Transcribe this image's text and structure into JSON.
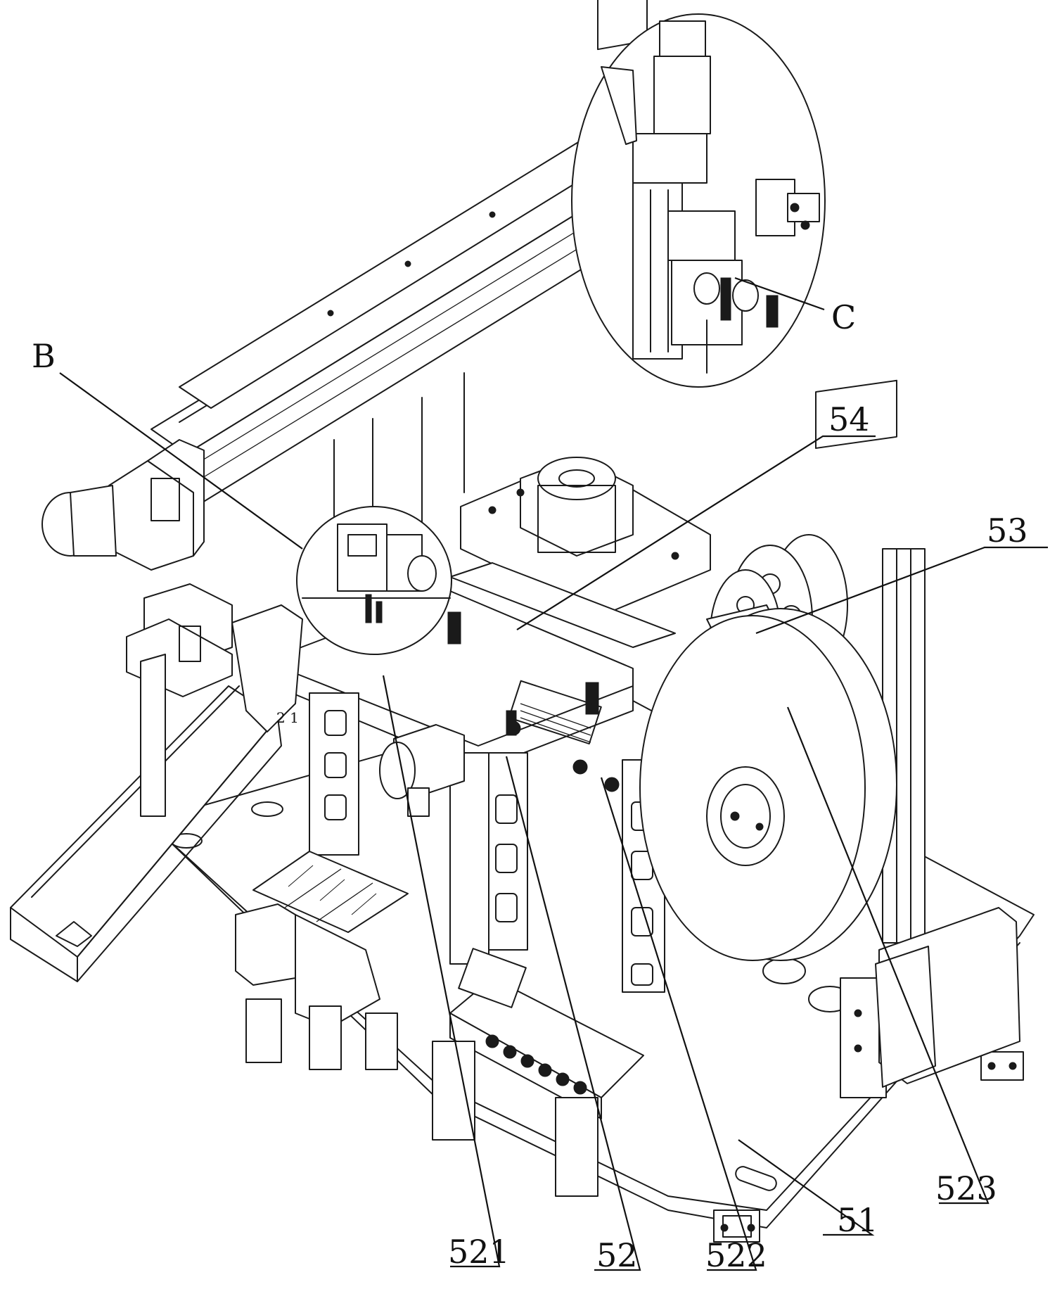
{
  "callouts": {
    "B": "B",
    "C": "C",
    "c54": "54",
    "c53": "53",
    "c521": "521",
    "c52": "52",
    "c522": "522",
    "c51": "51",
    "c523": "523"
  },
  "part_marks": {
    "arm_code": "2 1"
  }
}
